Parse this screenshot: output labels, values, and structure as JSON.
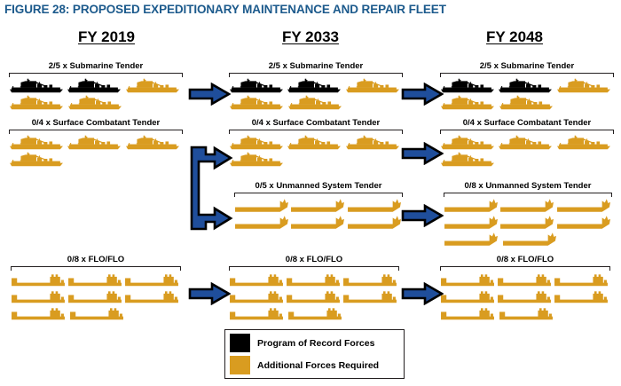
{
  "figure": {
    "title": "FIGURE 28: PROPOSED EXPEDITIONARY MAINTENANCE AND REPAIR FLEET",
    "title_color": "#1c5a8c"
  },
  "colors": {
    "program_of_record": "#000000",
    "additional_required": "#d99c20",
    "arrow_fill": "#1f4e9b",
    "arrow_outline": "#000000",
    "bracket": "#231f20"
  },
  "columns": [
    {
      "id": "fy2019",
      "label": "FY 2019"
    },
    {
      "id": "fy2033",
      "label": "FY 2033"
    },
    {
      "id": "fy2048",
      "label": "FY 2048"
    }
  ],
  "groups": [
    {
      "id": "sub-tender-2019",
      "column": "fy2019",
      "ship_type": "tender",
      "label": "2/5 x Submarine Tender",
      "program_of_record": 2,
      "additional": 3,
      "total": 5,
      "rows": [
        3,
        2
      ]
    },
    {
      "id": "sub-tender-2033",
      "column": "fy2033",
      "ship_type": "tender",
      "label": "2/5 x Submarine Tender",
      "program_of_record": 2,
      "additional": 3,
      "total": 5,
      "rows": [
        3,
        2
      ]
    },
    {
      "id": "sub-tender-2048",
      "column": "fy2048",
      "ship_type": "tender",
      "label": "2/5 x Submarine Tender",
      "program_of_record": 2,
      "additional": 3,
      "total": 5,
      "rows": [
        3,
        2
      ]
    },
    {
      "id": "surf-tender-2019",
      "column": "fy2019",
      "ship_type": "tender",
      "label": "0/4 x Surface Combatant Tender",
      "program_of_record": 0,
      "additional": 4,
      "total": 4,
      "rows": [
        3,
        1
      ]
    },
    {
      "id": "surf-tender-2033",
      "column": "fy2033",
      "ship_type": "tender",
      "label": "0/4 x Surface Combatant Tender",
      "program_of_record": 0,
      "additional": 4,
      "total": 4,
      "rows": [
        3,
        1
      ]
    },
    {
      "id": "surf-tender-2048",
      "column": "fy2048",
      "ship_type": "tender",
      "label": "0/4 x Surface Combatant Tender",
      "program_of_record": 0,
      "additional": 4,
      "total": 4,
      "rows": [
        3,
        1
      ]
    },
    {
      "id": "unmanned-2033",
      "column": "fy2033",
      "ship_type": "unmanned",
      "label": "0/5 x Unmanned System Tender",
      "program_of_record": 0,
      "additional": 5,
      "total": 5,
      "rows": [
        3,
        3
      ]
    },
    {
      "id": "unmanned-2048",
      "column": "fy2048",
      "ship_type": "unmanned",
      "label": "0/8 x Unmanned System Tender",
      "program_of_record": 0,
      "additional": 8,
      "total": 8,
      "rows": [
        3,
        3,
        2
      ]
    },
    {
      "id": "floflo-2019",
      "column": "fy2019",
      "ship_type": "floflo",
      "label": "0/8 x FLO/FLO",
      "program_of_record": 0,
      "additional": 8,
      "total": 8,
      "rows": [
        3,
        3,
        2
      ]
    },
    {
      "id": "floflo-2033",
      "column": "fy2033",
      "ship_type": "floflo",
      "label": "0/8 x FLO/FLO",
      "program_of_record": 0,
      "additional": 8,
      "total": 8,
      "rows": [
        3,
        3,
        2
      ]
    },
    {
      "id": "floflo-2048",
      "column": "fy2048",
      "ship_type": "floflo",
      "label": "0/8 x FLO/FLO",
      "program_of_record": 0,
      "additional": 8,
      "total": 8,
      "rows": [
        3,
        3,
        2
      ]
    }
  ],
  "connectors": [
    {
      "id": "arrow-sub-2019-2033",
      "kind": "arrow"
    },
    {
      "id": "arrow-sub-2033-2048",
      "kind": "arrow"
    },
    {
      "id": "branch-surf-2019",
      "kind": "branch-arrow"
    },
    {
      "id": "arrow-surf-2033-2048",
      "kind": "arrow"
    },
    {
      "id": "arrow-unmanned-2033-2048",
      "kind": "arrow"
    },
    {
      "id": "arrow-floflo-2019-2033",
      "kind": "arrow"
    },
    {
      "id": "arrow-floflo-2033-2048",
      "kind": "arrow"
    }
  ],
  "legend": {
    "items": [
      {
        "id": "program-of-record",
        "label": "Program of Record Forces",
        "color": "#000000"
      },
      {
        "id": "additional-required",
        "label": "Additional Forces Required",
        "color": "#d99c20"
      }
    ]
  }
}
